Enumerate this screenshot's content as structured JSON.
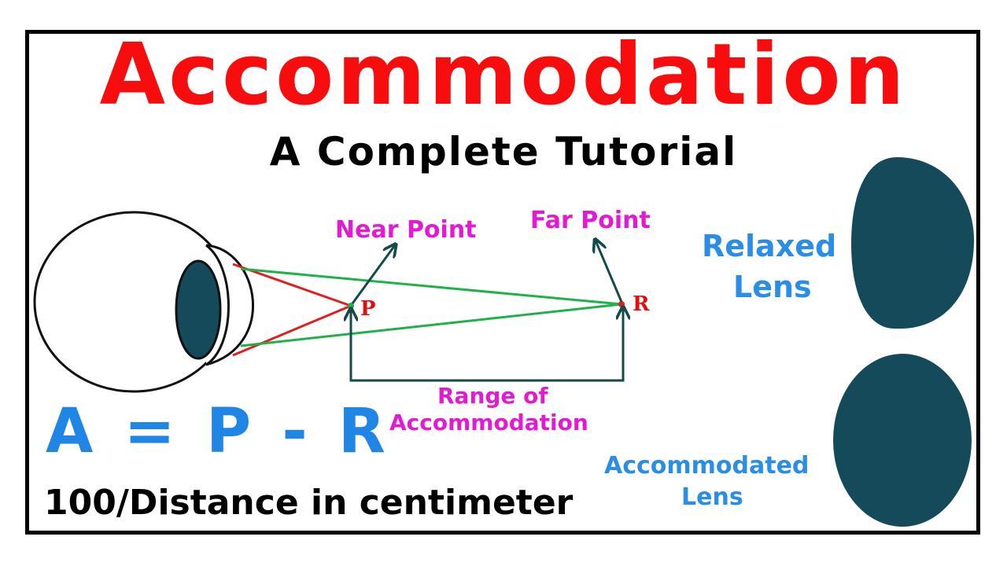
{
  "title": "Accommodation",
  "subtitle": "A Complete Tutorial",
  "labels": {
    "near_point": "Near Point",
    "far_point": "Far Point",
    "point_p": "P",
    "point_r": "R",
    "range": [
      "Range of",
      "Accommodation"
    ],
    "relaxed_lens": [
      "Relaxed",
      "Lens"
    ],
    "accommodated_lens": [
      "Accommodated",
      "Lens"
    ]
  },
  "formula": "A = P - R",
  "footnote": "100/Distance in centimeter",
  "colors": {
    "title": "#f70d0d",
    "magenta_labels": "#e21ad2",
    "blue_labels": "#2b8ee6",
    "lens_fill": "#154a5a",
    "near_rays": "#e02020",
    "far_rays": "#1fb24a",
    "arrows": "#154a4a"
  }
}
